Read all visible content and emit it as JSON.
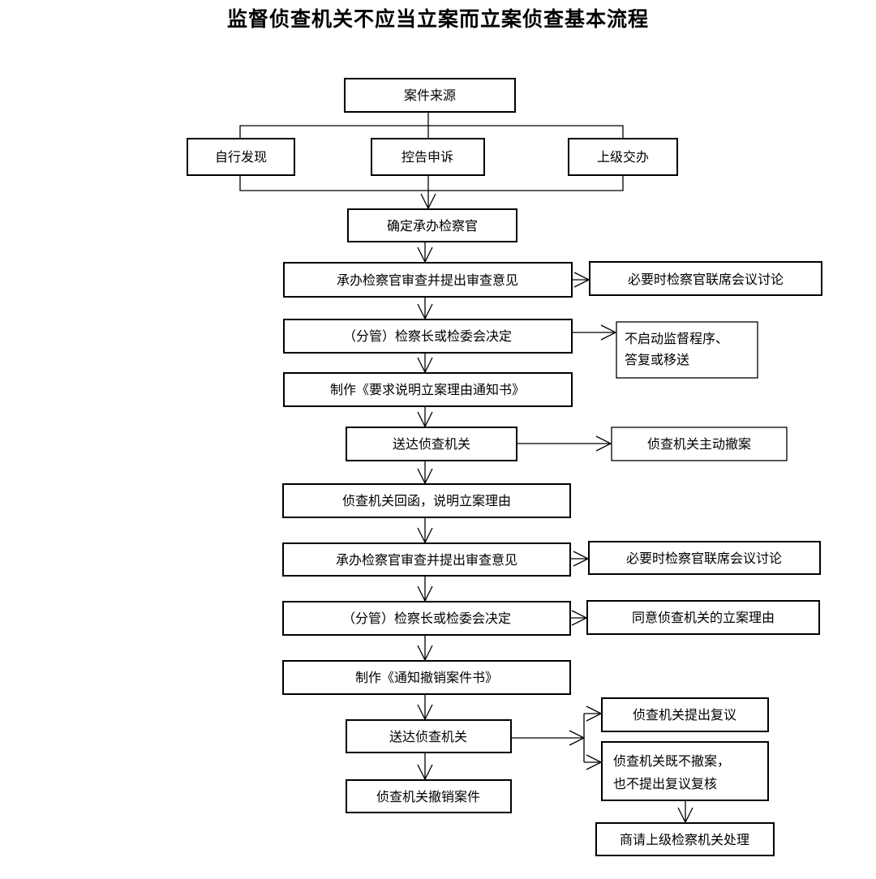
{
  "title": "监督侦查机关不应当立案而立案侦查基本流程",
  "nodes": {
    "source": "案件来源",
    "self_found": "自行发现",
    "complaint": "控告申诉",
    "superior": "上级交办",
    "assign": "确定承办检察官",
    "review1": "承办检察官审查并提出审查意见",
    "joint1": "必要时检察官联席会议讨论",
    "decide1": "（分管）检察长或检委会决定",
    "no_start_line1": "不启动监督程序、",
    "no_start_line2": "答复或移送",
    "notice1": "制作《要求说明立案理由通知书》",
    "deliver1": "送达侦查机关",
    "withdraw_self": "侦查机关主动撤案",
    "reply": "侦查机关回函，说明立案理由",
    "review2": "承办检察官审查并提出审查意见",
    "joint2": "必要时检察官联席会议讨论",
    "decide2": "（分管）检察长或检委会决定",
    "agree": "同意侦查机关的立案理由",
    "notice2": "制作《通知撤销案件书》",
    "deliver2": "送达侦查机关",
    "revoked": "侦查机关撤销案件",
    "reconsider": "侦查机关提出复议",
    "neither_line1": "侦查机关既不撤案，",
    "neither_line2": "也不提出复议复核",
    "escalate": "商请上级检察机关处理"
  }
}
